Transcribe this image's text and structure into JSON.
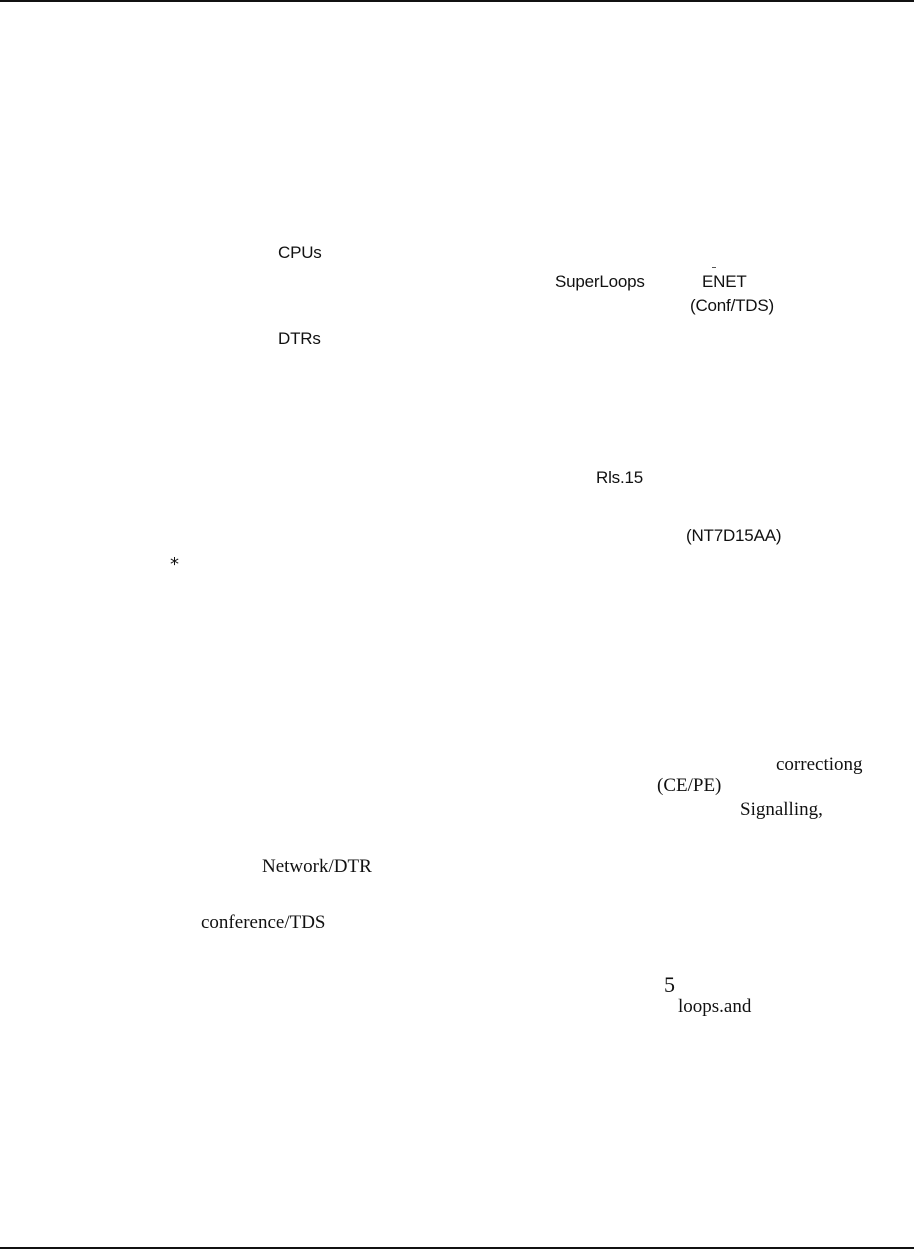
{
  "fragments": {
    "cpus": "CPUs",
    "superloops": "SuperLoops",
    "enet": "ENET",
    "conf_tds": "(Conf/TDS)",
    "dtrs": "DTRs",
    "rls15": "Rls.15",
    "nt7d15aa": "(NT7D15AA)",
    "asterisk": "*",
    "correctiong": "correctiong",
    "ce_pe": "(CE/PE)",
    "signalling": "Signalling,",
    "network_dtr": "Network/DTR",
    "conference_tds": "conference/TDS",
    "five": "5",
    "loops_and": "loops.and"
  }
}
